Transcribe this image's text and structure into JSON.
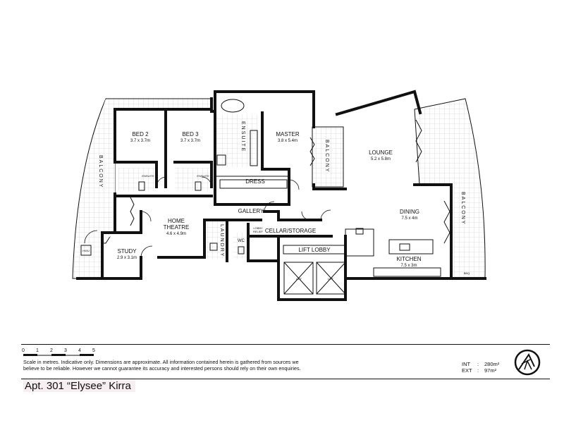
{
  "rooms": {
    "bed2": {
      "name": "BED 2",
      "dims": "3.7 x 3.7m"
    },
    "bed3": {
      "name": "BED 3",
      "dims": "3.7 x 3.7m"
    },
    "master": {
      "name": "MASTER",
      "dims": "3.8 x 5.4m"
    },
    "lounge": {
      "name": "LOUNGE",
      "dims": "5.2 x 5.8m"
    },
    "dining": {
      "name": "DINING",
      "dims": "7.5 x 4m"
    },
    "kitchen": {
      "name": "KITCHEN",
      "dims": "7.5 x 3m"
    },
    "home_theatre": {
      "name_line1": "HOME",
      "name_line2": "THEATRE",
      "dims": "4.6 x 4.9m"
    },
    "study": {
      "name": "STUDY",
      "dims": "2.9 x 3.1m"
    }
  },
  "labels": {
    "ensuite": "ENSUITE",
    "ensuite_small": "ENSUITE",
    "dress": "DRESS",
    "gallery": "GALLERY",
    "laundry": "LAUNDRY",
    "lobby_relief_1": "LOBBY",
    "lobby_relief_2": "RELIEF",
    "cellar": "CELLAR/STORAGE",
    "lift_lobby": "LIFT LOBBY",
    "lift": "LIFT",
    "wc": "WC",
    "balcony": "BALCONY",
    "bbq": "BBQ",
    "hwu": "HWU"
  },
  "scale": {
    "ticks": [
      "0",
      "1",
      "2",
      "3",
      "4",
      "5"
    ]
  },
  "footer": {
    "disclaimer_line1": "Scale in metres. Indicative only. Dimensions  are approximate. All information contained herein is gathered from sources we",
    "disclaimer_line2": "believe to be  reliable. However we cannot guarantee its accuracy and interested persons should  rely on their own enquiries.",
    "int_label": "INT",
    "int_value": "280m²",
    "ext_label": "EXT",
    "ext_value": "97m²",
    "title": "Apt. 301 “Elysee” Kirra"
  }
}
